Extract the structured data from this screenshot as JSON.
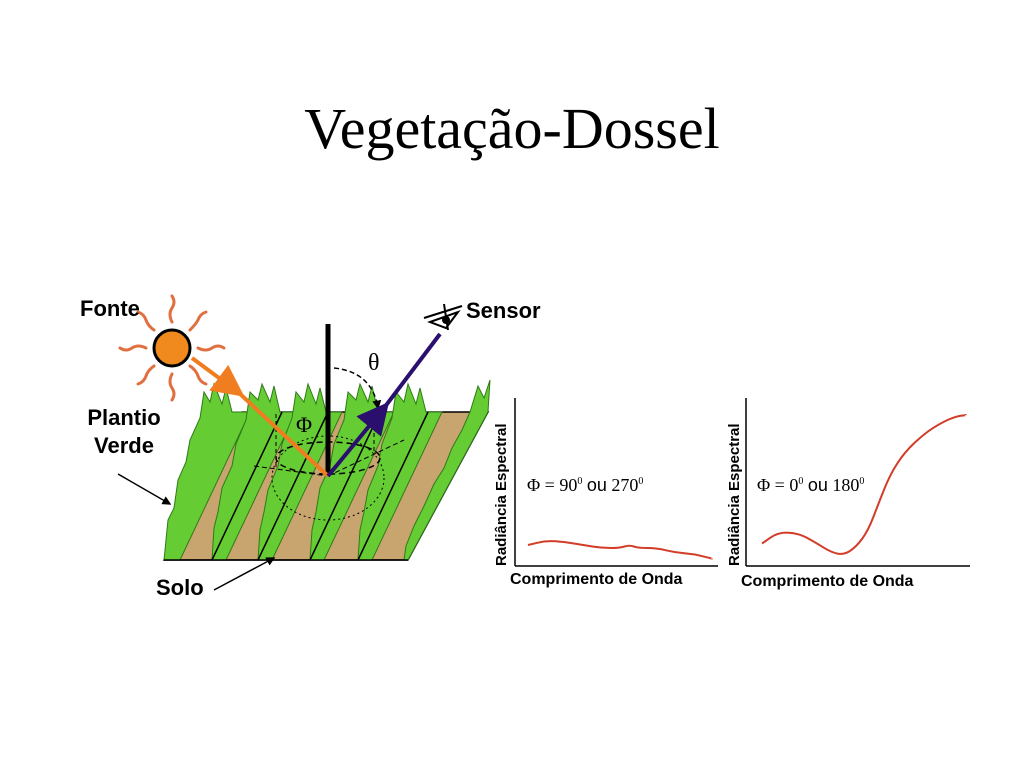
{
  "title": "Vegetação-Dossel",
  "labels": {
    "source": "Fonte",
    "sensor": "Sensor",
    "canopy_line1": "Plantio",
    "canopy_line2": "Verde",
    "soil": "Solo",
    "theta": "θ",
    "phi": "Φ"
  },
  "colors": {
    "sun": "#f08a1e",
    "rays": "#e07040",
    "incident": "#f07d1f",
    "reflected": "#2a0f6e",
    "plants": "#66cc33",
    "soil": "#c8a46e",
    "curve": "#d23c28"
  },
  "chart_data": [
    {
      "type": "line",
      "title": "",
      "xlabel": "Comprimento de Onda",
      "ylabel": "Radiância Espectral",
      "condition": {
        "symbol": "Φ",
        "eq": "=",
        "a": "90",
        "sup_a": "0",
        "or": "ou",
        "b": "270",
        "sup_b": "0"
      },
      "x": [
        0.0,
        0.1,
        0.2,
        0.3,
        0.4,
        0.5,
        0.55,
        0.6,
        0.7,
        0.8,
        0.9,
        1.0
      ],
      "series": [
        {
          "values": [
            0.1,
            0.13,
            0.12,
            0.1,
            0.08,
            0.08,
            0.1,
            0.08,
            0.08,
            0.05,
            0.04,
            0.01
          ]
        }
      ],
      "ylim": [
        0,
        1
      ],
      "grid": false
    },
    {
      "type": "line",
      "title": "",
      "xlabel": "Comprimento de Onda",
      "ylabel": "Radiância Espectral",
      "condition": {
        "symbol": "Φ",
        "eq": "=",
        "a": "0",
        "sup_a": "0",
        "or": "ou",
        "b": "180",
        "sup_b": "0"
      },
      "x": [
        0.0,
        0.08,
        0.18,
        0.26,
        0.34,
        0.4,
        0.46,
        0.52,
        0.57,
        0.63,
        0.7,
        0.8,
        0.88,
        0.95,
        1.0
      ],
      "series": [
        {
          "values": [
            0.05,
            0.14,
            0.13,
            0.06,
            -0.02,
            -0.04,
            0.02,
            0.15,
            0.36,
            0.6,
            0.77,
            0.92,
            1.0,
            1.05,
            1.06
          ]
        }
      ],
      "ylim": [
        -0.08,
        1.1
      ],
      "grid": false
    }
  ]
}
